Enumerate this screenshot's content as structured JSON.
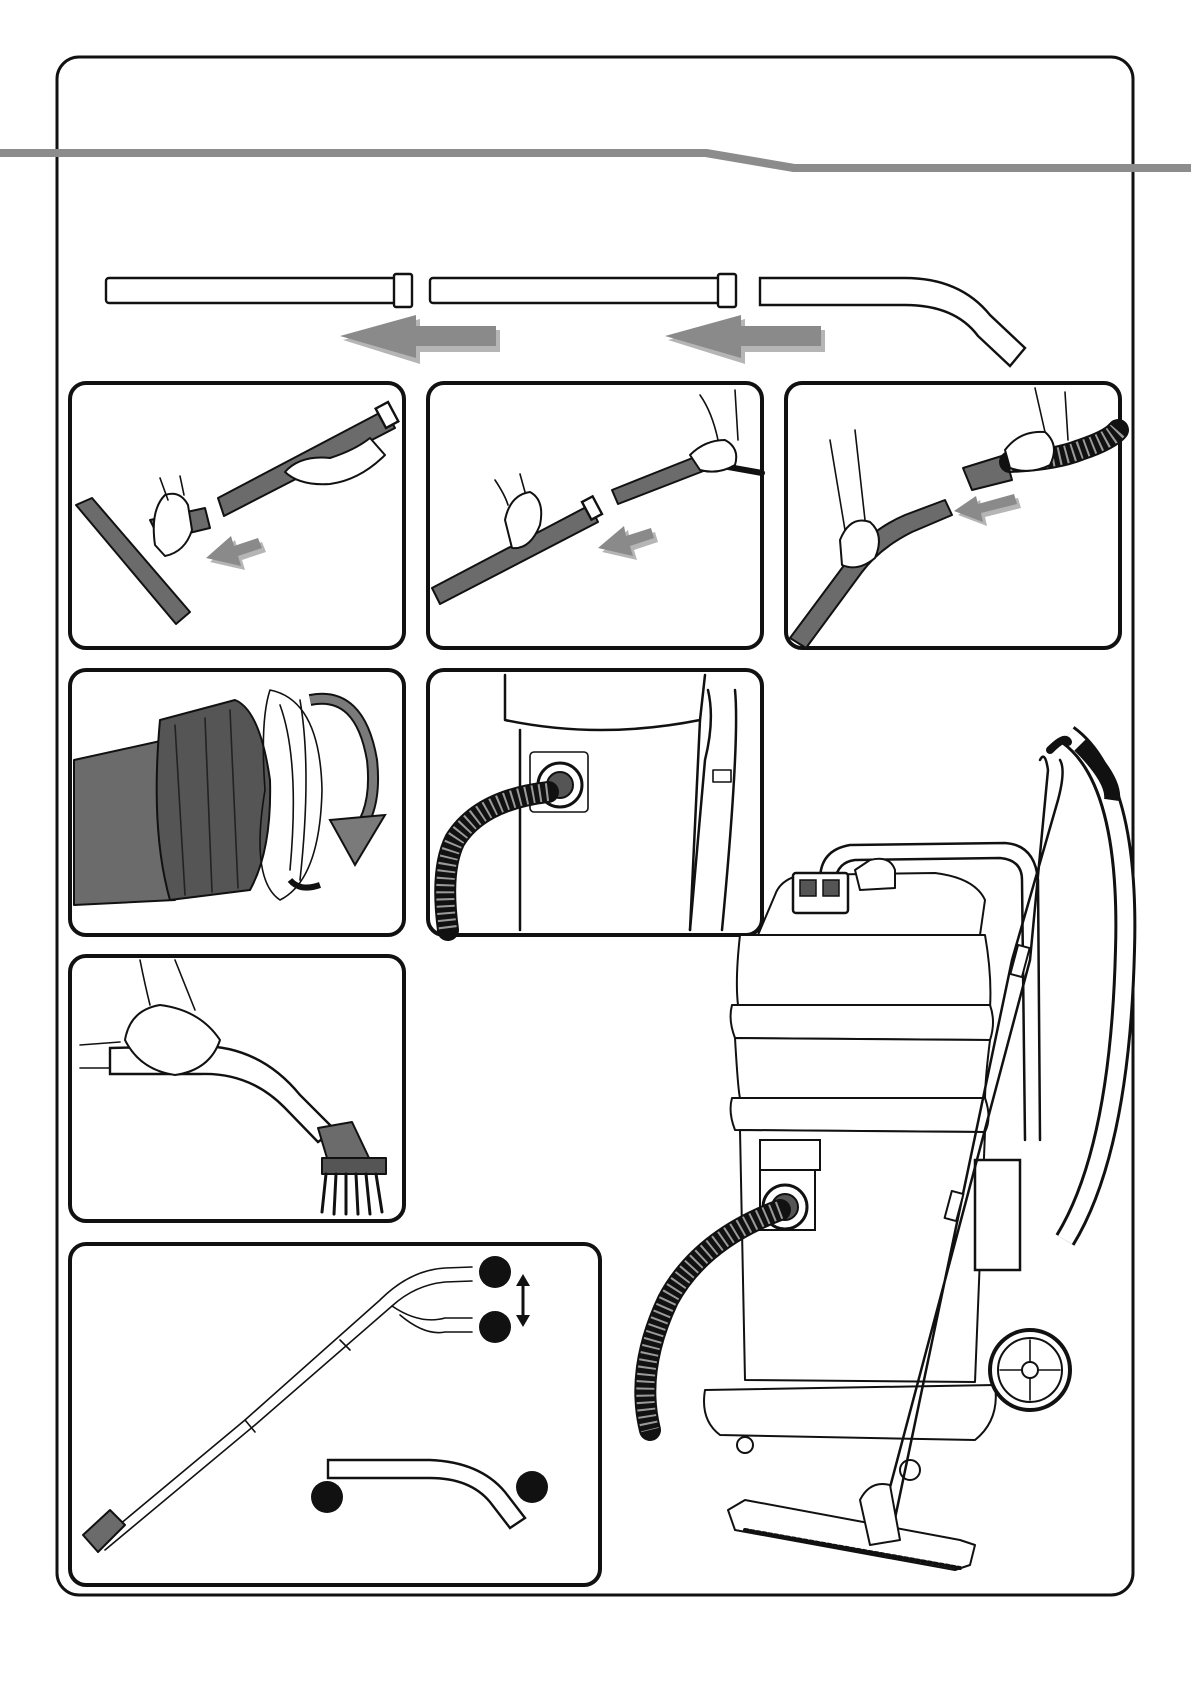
{
  "page": {
    "header_band_color": "#8c8c8c",
    "accent_grey": "#6b6b6b"
  },
  "illustrations": {
    "top_row": [
      "extension-tube",
      "extension-tube",
      "curved-handle"
    ],
    "panels": [
      "attach-floor-nozzle",
      "join-extension-tubes",
      "attach-curved-handle-to-hose",
      "twist-lock-hose-coupling",
      "hose-inserted-in-inlet",
      "use-dusting-brush",
      "tube-length-adjustment",
      "assembled-vacuum-cleaner"
    ],
    "icons": [
      "arrow-left-icon",
      "rotate-clockwise-icon",
      "double-arrow-vertical-icon"
    ]
  }
}
